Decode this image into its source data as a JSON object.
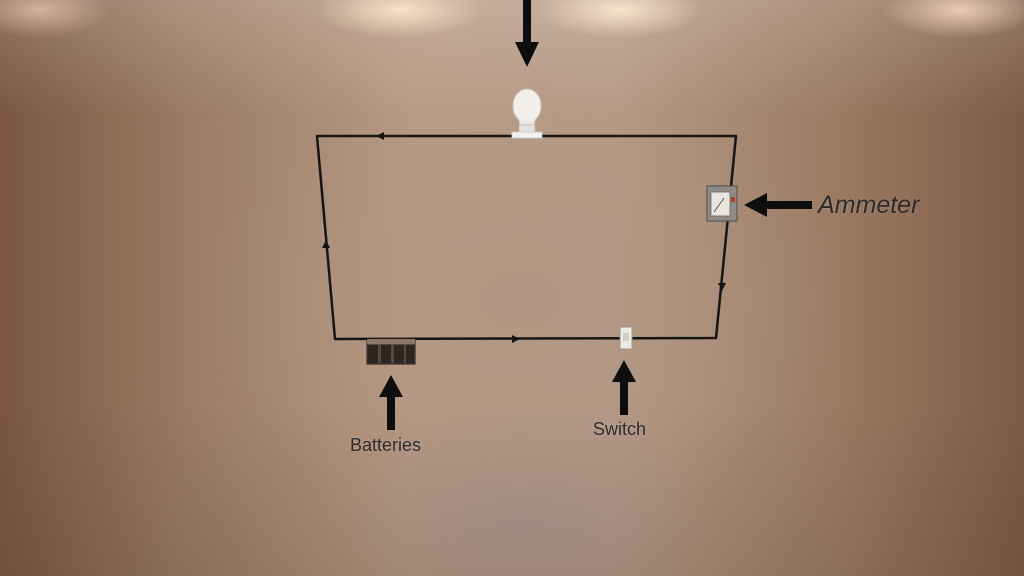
{
  "diagram": {
    "labels": {
      "ammeter": "Ammeter",
      "batteries": "Batteries",
      "switch": "Switch"
    },
    "components": [
      "light-bulb",
      "ammeter",
      "batteries",
      "switch"
    ],
    "colors": {
      "wire": "#151515",
      "arrow": "#0d0d0d",
      "label": "#2a2a2a"
    }
  }
}
